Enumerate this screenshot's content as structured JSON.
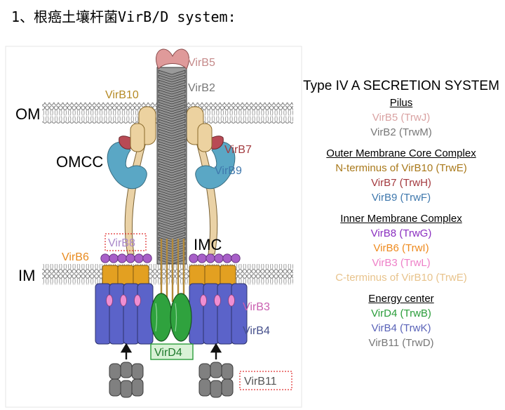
{
  "heading": "1、根癌土壤杆菌VirB/D system:",
  "figure_labels": {
    "om": "OM",
    "im": "IM",
    "omcc": "OMCC",
    "imc": "IMC",
    "virb5": "VirB5",
    "virb2": "VirB2",
    "virb10": "VirB10",
    "virb7": "VirB7",
    "virb9": "VirB9",
    "virb8": "VirB8",
    "virb6": "VirB6",
    "virb3": "VirB3",
    "virb4": "VirB4",
    "vird4": "VirD4",
    "virb11": "VirB11"
  },
  "colors": {
    "virb5": "#c97f80",
    "virb2": "#777777",
    "virb10_n": "#b58a24",
    "virb10_c": "#e4c690",
    "virb7": "#a33a3f",
    "virb9": "#3f8ec0",
    "virb8": "#a85fc8",
    "virb6": "#e8902a",
    "virb3": "#e07ec4",
    "virb4": "#5560a0",
    "vird4": "#2a9d3a",
    "virb11": "#707070"
  },
  "legend": {
    "title": "Type IV A SECRETION SYSTEM",
    "groups": [
      {
        "title": "Pilus",
        "entries": [
          {
            "text": "VirB5 (TrwJ)",
            "color": "#d9a2a2"
          },
          {
            "text": "VirB2 (TrwM)",
            "color": "#777777"
          }
        ]
      },
      {
        "title": "Outer Membrane Core Complex",
        "entries": [
          {
            "text": "N-terminus of VirB10 (TrwE)",
            "color": "#a9791b"
          },
          {
            "text": "VirB7 (TrwH)",
            "color": "#a33a3f"
          },
          {
            "text": "VirB9 (TrwF)",
            "color": "#3f78ad"
          }
        ]
      },
      {
        "title": "Inner Membrane Complex",
        "entries": [
          {
            "text": "VirB8 (TrwG)",
            "color": "#8a2fc0"
          },
          {
            "text": "VirB6 (TrwI)",
            "color": "#ee8a1e"
          },
          {
            "text": "VirB3 (TrwL)",
            "color": "#ee80c8"
          },
          {
            "text": "C-terminus of VirB10 (TrwE)",
            "color": "#e8c38c"
          }
        ]
      },
      {
        "title": "Energy center",
        "entries": [
          {
            "text": "VirD4 (TrwB)",
            "color": "#2a9d3a"
          },
          {
            "text": "VirB4 (TrwK)",
            "color": "#5a63b8"
          },
          {
            "text": "VirB11 (TrwD)",
            "color": "#777777"
          }
        ]
      }
    ]
  }
}
